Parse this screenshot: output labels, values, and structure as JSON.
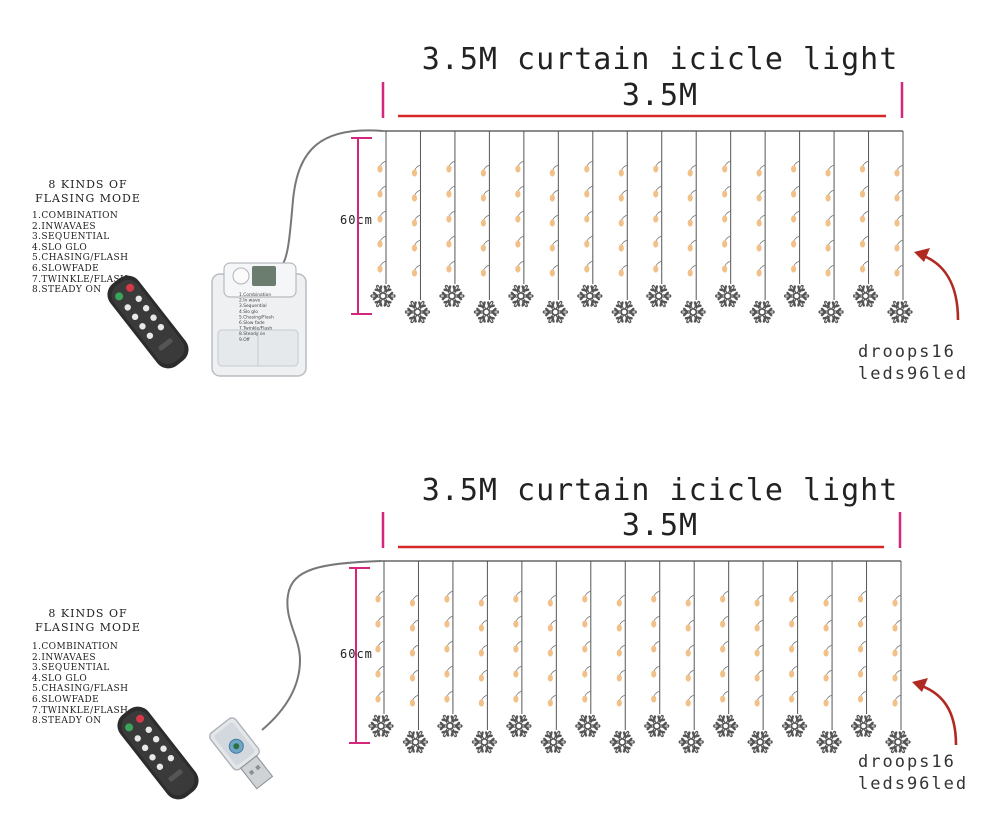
{
  "panels": [
    {
      "id": "battery",
      "title": "3.5M curtain icicle light",
      "width_label": "3.5M",
      "height_label": "60cm",
      "modes_title_line1": "8 KINDS OF",
      "modes_title_line2": "FLASING MODE",
      "modes": [
        "1.COMBINATION",
        "2.INWAVAES",
        "3.SEQUENTIAL",
        "4.SLO GLO",
        "5.CHASING/FLASH",
        "6.SLOWFADE",
        "7.TWINKLE/FLASH",
        "8.STEADY ON"
      ],
      "droops_line1": "droops16",
      "droops_line2": "leds96led",
      "controller": "battery-box",
      "battery_box_label": [
        "1.Combination",
        "2.In wave",
        "3.Sequential",
        "4.Slo glo",
        "5.Chasing/Flash",
        "6.Slow fade",
        "7.Twinkle/Flash",
        "8.Steady on",
        "9.Off"
      ]
    },
    {
      "id": "usb",
      "title": "3.5M curtain icicle light",
      "width_label": "3.5M",
      "height_label": "60cm",
      "modes_title_line1": "8 KINDS OF",
      "modes_title_line2": "FLASING MODE",
      "modes": [
        "1.COMBINATION",
        "2.INWAVAES",
        "3.SEQUENTIAL",
        "4.SLO GLO",
        "5.CHASING/FLASH",
        "6.SLOWFADE",
        "7.TWINKLE/FLASH",
        "8.STEADY ON"
      ],
      "droops_line1": "droops16",
      "droops_line2": "leds96led",
      "controller": "usb-plug"
    }
  ],
  "colors": {
    "dimension_red": "#d62828",
    "dimension_magenta": "#d4267a",
    "wire": "#777777",
    "led_bulb": "#f2c089",
    "arrow": "#b02a22"
  },
  "icons": {
    "remote": "remote-control-icon",
    "snowflake": "snowflake-icon",
    "arrow": "curved-arrow-icon",
    "battery_box": "battery-box-icon",
    "usb": "usb-plug-icon"
  }
}
